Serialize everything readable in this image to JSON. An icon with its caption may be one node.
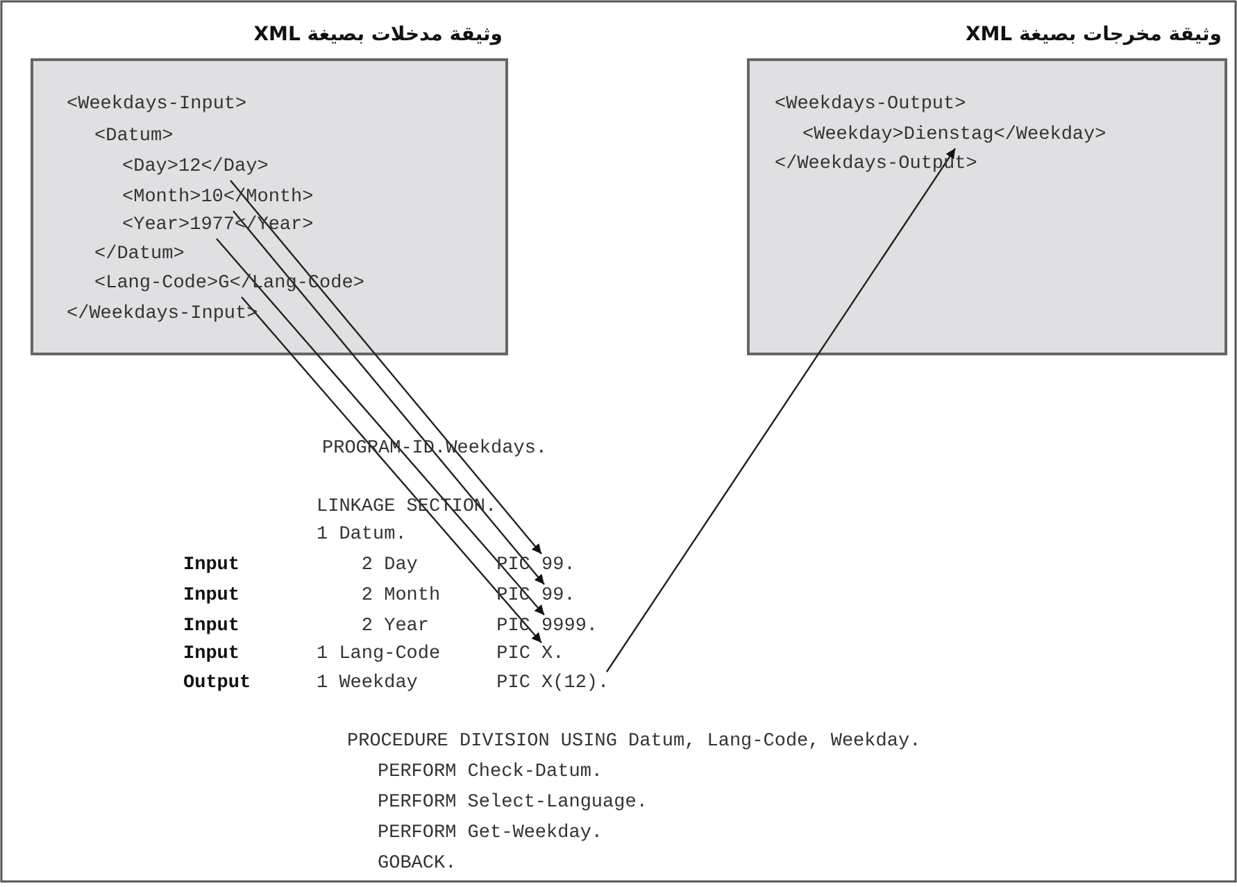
{
  "diagram": {
    "nodes": [
      {
        "text": [
          "وثيقة مدخلات بصيغة XML"
        ]
      },
      {
        "text": [
          "<Weekdays-Input>"
        ],
        "in": 0
      },
      {
        "text": [
          "<Datum>"
        ],
        "in": 0
      },
      {
        "text": [
          "<Day>12</Day>"
        ],
        "in": 0
      },
      {
        "text": [
          "<Month>10</Month>"
        ],
        "in": 0
      },
      {
        "text": [
          "<Year>1977</Year>"
        ],
        "in": 0
      },
      {
        "text": [
          "</Datum>"
        ],
        "in": 0
      },
      {
        "text": [
          "<Lang-Code>G</Lang-Code>"
        ],
        "in": 0
      },
      {
        "text": [
          "</Weekdays-Input>"
        ],
        "in": 0
      },
      {
        "text": [
          "وثيقة مخرجات بصيغة XML"
        ]
      },
      {
        "text": [
          "<Weekdays-Output>"
        ],
        "in": 9
      },
      {
        "text": [
          "<Weekday>Dienstag</Weekday>"
        ],
        "in": 9
      },
      {
        "text": [
          "</Weekdays-Output>"
        ],
        "in": 9
      },
      {
        "text": [
          "2 Day PIC 99."
        ]
      },
      {
        "text": [
          "2 Month PIC 99."
        ]
      },
      {
        "text": [
          "2 Year PIC 9999."
        ]
      },
      {
        "text": [
          "1 Lang-Code PIC X."
        ]
      },
      {
        "text": [
          "1 Weekday PIC X(12)."
        ]
      }
    ],
    "edges": [
      {
        "from": 3,
        "to": 13,
        "arrow": "to"
      },
      {
        "from": 4,
        "to": 14,
        "arrow": "to"
      },
      {
        "from": 5,
        "to": 15,
        "arrow": "to"
      },
      {
        "from": 7,
        "to": 16,
        "arrow": "to"
      },
      {
        "from": 17,
        "to": 11,
        "arrow": "to"
      }
    ],
    "labels": [
      "PROGRAM-ID.Weekdays.",
      "LINKAGE SECTION.",
      "1 Datum.",
      "Input",
      "Input",
      "Input",
      "Input",
      "Output",
      "PROCEDURE DIVISION USING Datum, Lang-Code, Weekday.",
      "PERFORM Check-Datum.",
      "PERFORM Select-Language.",
      "PERFORM Get-Weekday.",
      "GOBACK."
    ]
  }
}
